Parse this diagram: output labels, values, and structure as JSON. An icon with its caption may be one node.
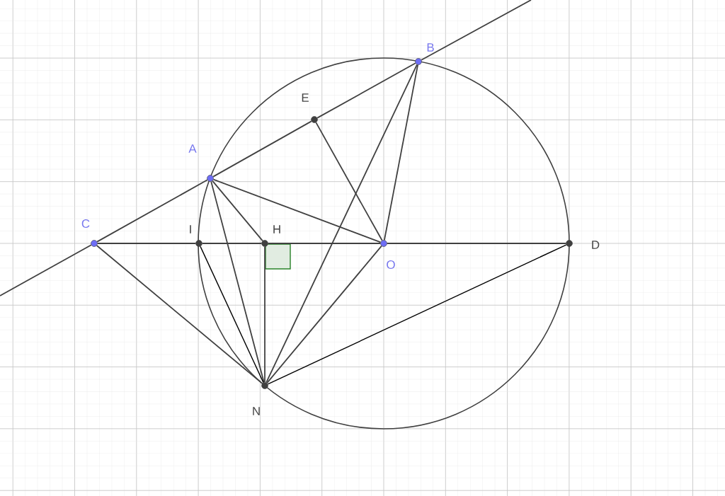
{
  "diagram": {
    "nodes": [
      {
        "text": [],
        "shape": "circle",
        "beside": [
          "B"
        ]
      },
      {
        "text": [],
        "shape": "circle",
        "beside": [
          "E"
        ]
      },
      {
        "text": [],
        "shape": "circle",
        "beside": [
          "A"
        ]
      },
      {
        "text": [],
        "shape": "circle",
        "beside": [
          "C"
        ]
      },
      {
        "text": [],
        "shape": "circle",
        "beside": [
          "I"
        ]
      },
      {
        "text": [],
        "shape": "circle",
        "beside": [
          "H"
        ]
      },
      {
        "text": [],
        "shape": "circle",
        "beside": [
          "O"
        ]
      },
      {
        "text": [],
        "shape": "circle",
        "beside": [
          "D"
        ]
      },
      {
        "text": [],
        "shape": "circle",
        "beside": [
          "N"
        ]
      }
    ],
    "edges": [
      {
        "from": null,
        "to": 3,
        "arrow": "none"
      },
      {
        "from": 3,
        "to": 2,
        "arrow": "none"
      },
      {
        "from": 2,
        "to": 1,
        "arrow": "none"
      },
      {
        "from": 1,
        "to": 0,
        "arrow": "none"
      },
      {
        "from": 0,
        "to": null,
        "arrow": "none"
      },
      {
        "from": 3,
        "to": 4,
        "arrow": "none"
      },
      {
        "from": 4,
        "to": 5,
        "arrow": "none"
      },
      {
        "from": 5,
        "to": 6,
        "arrow": "none"
      },
      {
        "from": 6,
        "to": 7,
        "arrow": "none"
      },
      {
        "from": 2,
        "to": 5,
        "arrow": "none"
      },
      {
        "from": 2,
        "to": 6,
        "arrow": "none"
      },
      {
        "from": 2,
        "to": 8,
        "arrow": "none"
      },
      {
        "from": 1,
        "to": 6,
        "arrow": "none"
      },
      {
        "from": 0,
        "to": 6,
        "arrow": "none"
      },
      {
        "from": 0,
        "to": 8,
        "arrow": "none"
      },
      {
        "from": 6,
        "to": 8,
        "arrow": "none"
      },
      {
        "from": 3,
        "to": 8,
        "arrow": "none"
      },
      {
        "from": 4,
        "to": 8,
        "arrow": "none",
        "color": "#000000"
      },
      {
        "from": 5,
        "to": 8,
        "arrow": "none"
      },
      {
        "from": 8,
        "to": 7,
        "arrow": "none",
        "color": "#000000"
      }
    ]
  }
}
